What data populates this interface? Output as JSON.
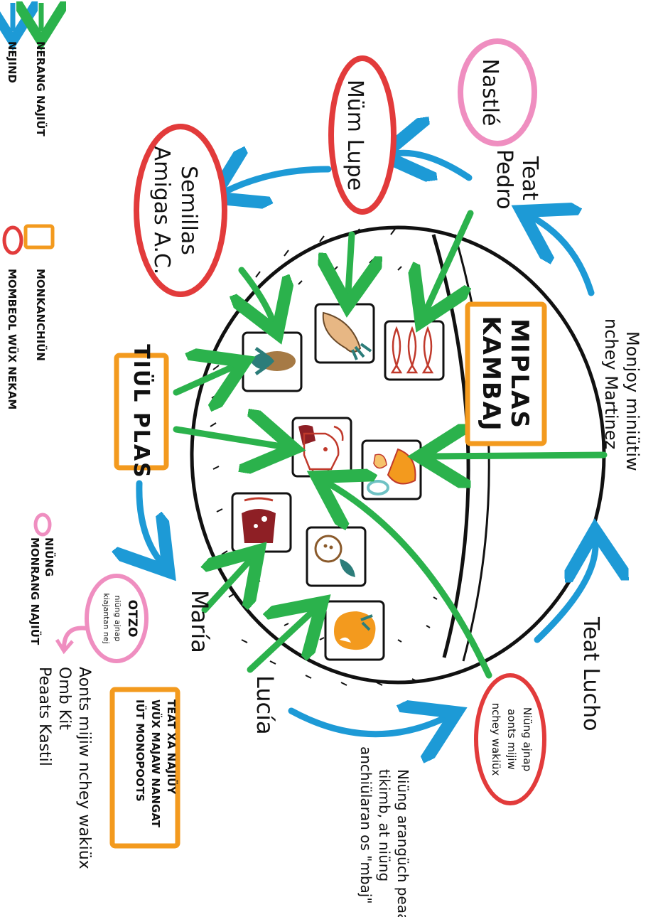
{
  "legend": {
    "green_label": "NERANG NAJIÜT",
    "blue_label": "NEJIND",
    "orange_label": "MONKANCHIÜN",
    "red_label": "MOMBEOL WÜX NEKAM",
    "pink_label_line1": "NIÜNG",
    "pink_label_line2": "MONRANG NAJIÜT"
  },
  "nodes": {
    "nastle": "Nastlé",
    "mum_lupe": "Müm Lupe",
    "semillas_line1": "Semillas",
    "semillas_line2": "Amigas A.C.",
    "teat_pedro_line1": "Teat",
    "teat_pedro_line2": "Pedro",
    "miplas_line1": "MIPLAS",
    "miplas_line2": "KAMBAJ",
    "tiul_plas": "TIÜL PLAS",
    "monjoy_line1": "Monjoy miniütiw",
    "monjoy_line2": "nchey Martinez",
    "teat_lucho": "Teat Lucho",
    "maria": "María",
    "lucia": "Lucía",
    "otzo_title": "OTZO",
    "otzo_line1": "niüng ajnap",
    "otzo_line2": "kiajantan nej",
    "niung_red_line1": "Niüng ajnap",
    "niung_red_line2": "aonts mijiw",
    "niung_red_line3": "nchey wakiüx",
    "aonts_line1": "Aonts mijiw nchey wakiüx",
    "aonts_line2": "Omb Kit",
    "aonts_line3": "Peaats Kastil",
    "teat_xa_line1": "TEAT XA NAJIÜY",
    "teat_xa_line2": "WÜX MAJAW NANGAT",
    "teat_xa_line3": "IÜT MONOPOOTS",
    "niung_arang_line1": "Niüng arangüch peaats",
    "niung_arang_line2": "tikimb, at niüng",
    "niung_arang_line3": "anchiülaran os \"mbaj\""
  },
  "icons": [
    "corn-icon",
    "sweet-potato-icon",
    "fish-icon",
    "cattle-icon",
    "fruit-basket-icon",
    "drink-jar-icon",
    "coconut-icon",
    "orange-fruit-icon"
  ],
  "colors": {
    "green": "#2bb24c",
    "blue": "#1d9ad6",
    "orange": "#f39a1e",
    "red": "#e23b3b",
    "pink": "#ef8ec0",
    "maroon": "#8e1f25"
  }
}
